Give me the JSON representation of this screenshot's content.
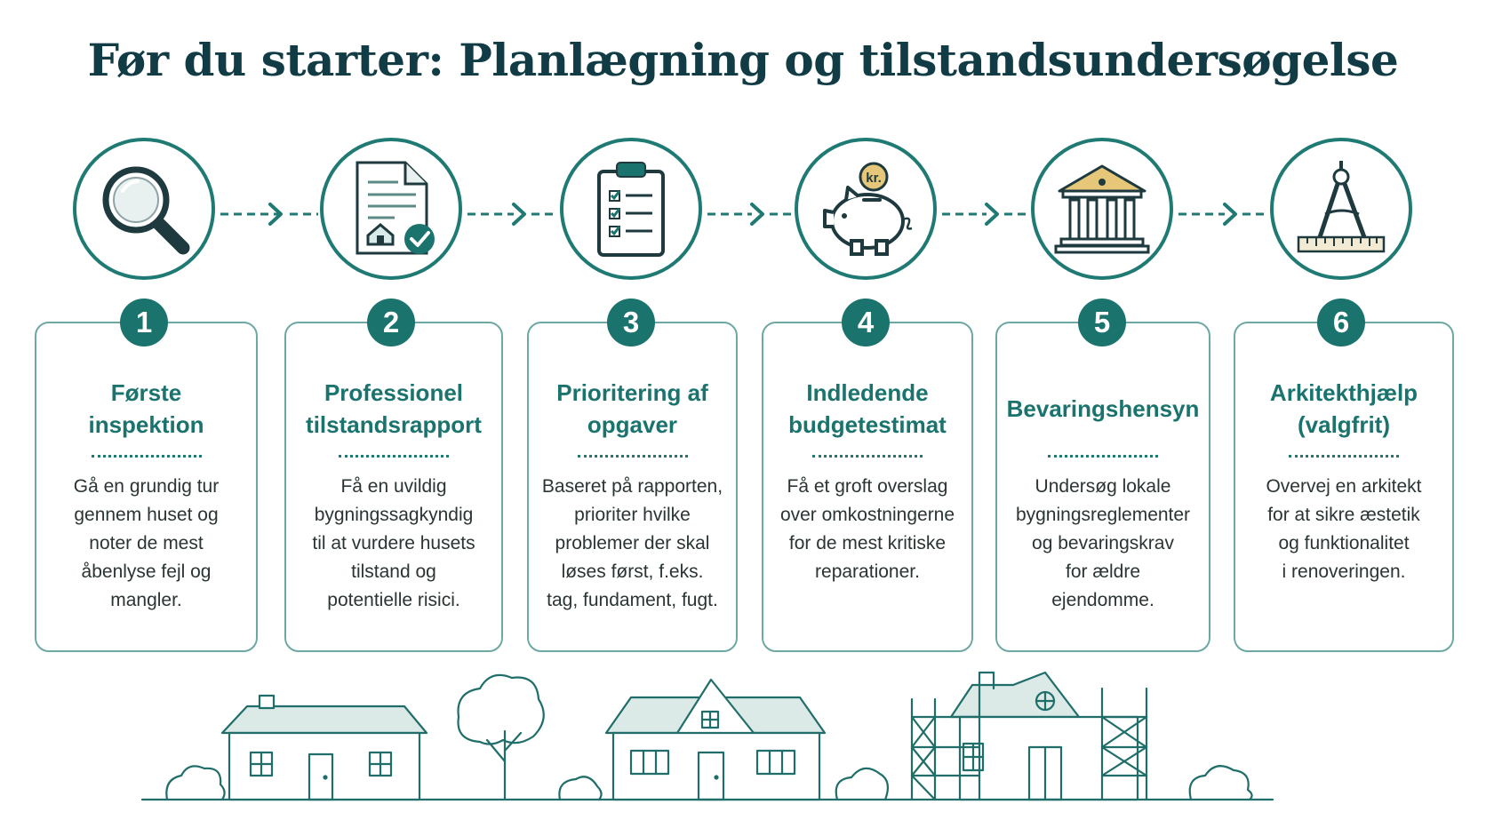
{
  "title": "Før du starter: Planlægning og tilstandsundersøgelse",
  "colors": {
    "primary": "#1a736d",
    "title": "#123c45",
    "card_border": "#6da8a3",
    "icon_fill": "#d9ebe8"
  },
  "steps": [
    {
      "number": "1",
      "icon": "magnifying-glass-icon",
      "title_lines": [
        "Første",
        "inspektion"
      ],
      "body_lines": [
        "Gå en grundig tur",
        "gennem huset og",
        "noter de mest",
        "åbenlyse fejl og",
        "mangler."
      ]
    },
    {
      "number": "2",
      "icon": "report-document-icon",
      "title_lines": [
        "Professionel",
        "tilstandsrapport"
      ],
      "body_lines": [
        "Få en uvildig",
        "bygningssagkyndig",
        "til at vurdere husets",
        "tilstand og",
        "potentielle risici."
      ]
    },
    {
      "number": "3",
      "icon": "checklist-clipboard-icon",
      "title_lines": [
        "Prioritering af",
        "opgaver"
      ],
      "body_lines": [
        "Baseret på rapporten,",
        "prioriter hvilke",
        "problemer der skal",
        "løses først, f.eks.",
        "tag, fundament, fugt."
      ]
    },
    {
      "number": "4",
      "icon": "piggy-bank-icon",
      "icon_coin_label": "kr.",
      "title_lines": [
        "Indledende",
        "budgetestimat"
      ],
      "body_lines": [
        "Få et groft overslag",
        "over omkostningerne",
        "for de mest kritiske",
        "reparationer."
      ]
    },
    {
      "number": "5",
      "icon": "historic-building-icon",
      "title_lines": [
        "Bevaringshensyn"
      ],
      "body_lines": [
        "Undersøg lokale",
        "bygningsreglementer",
        "og bevaringskrav",
        "for ældre",
        "ejendomme."
      ]
    },
    {
      "number": "6",
      "icon": "compass-ruler-icon",
      "title_lines": [
        "Arkitekthjælp",
        "(valgfrit)"
      ],
      "body_lines": [
        "Overvej en arkitekt",
        "for at sikre æstetik",
        "og funktionalitet",
        "i renoveringen."
      ]
    }
  ]
}
